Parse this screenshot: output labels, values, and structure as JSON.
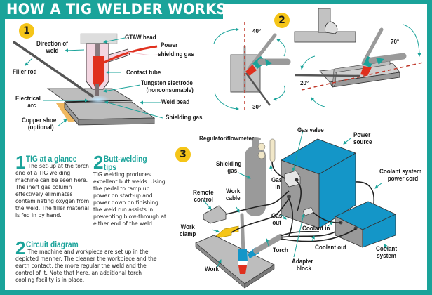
{
  "title": "HOW A TIG WELDER WORKS",
  "colors": {
    "teal": "#1aa39a",
    "badge_yellow": "#f5c518",
    "torch_red": "#e0301e",
    "machine_blue": "#1496c8",
    "metal_gray": "#b5b5b5",
    "copper": "#f0b860",
    "clamp_yellow": "#f5c518"
  },
  "panel1": {
    "badge": "1",
    "labels": {
      "direction": "Direction of\nweld",
      "gtaw_head": "GTAW head",
      "power": "Power",
      "shielding_gas_supply": "shielding gas",
      "filler_rod": "Filler rod",
      "contact_tube": "Contact tube",
      "tungsten_1": "Tungsten electrode",
      "tungsten_2": "(nonconsumable)",
      "electrical_arc_1": "Electrical",
      "electrical_arc_2": "arc",
      "weld_bead": "Weld bead",
      "copper_shoe_1": "Copper shoe",
      "copper_shoe_2": "(optional)",
      "shielding_gas": "Shielding gas"
    }
  },
  "panel2": {
    "badge": "2",
    "angles": {
      "a40": "40°",
      "a30": "30°",
      "a70": "70°",
      "a20": "20°"
    }
  },
  "panel3": {
    "badge": "3",
    "labels": {
      "regulator": "Regulator/flowmeter",
      "gas_valve": "Gas valve",
      "power_source_1": "Power",
      "power_source_2": "source",
      "shielding_gas_1": "Shielding",
      "shielding_gas_2": "gas",
      "gas_in_1": "Gas",
      "gas_in_2": "in",
      "coolant_cord_1": "Coolant system",
      "coolant_cord_2": "power cord",
      "remote_1": "Remote",
      "remote_2": "control",
      "work_cable_1": "Work",
      "work_cable_2": "cable",
      "gas_out_1": "Gas",
      "gas_out_2": "out",
      "work_clamp_1": "Work",
      "work_clamp_2": "clamp",
      "coolant_in": "Coolant in",
      "coolant_out": "Coolant out",
      "torch": "Torch",
      "adapter_1": "Adapter",
      "adapter_2": "block",
      "work": "Work",
      "coolant_system_1": "Coolant",
      "coolant_system_2": "system"
    }
  },
  "text_blocks": [
    {
      "num": "1",
      "heading": "TIG at a glance",
      "body": "The set-up at the torch end of a TIG welding machine can be seen here. The inert gas column effectively eliminates contaminating oxygen from the weld. The filler material is fed in by hand."
    },
    {
      "num": "2",
      "heading": "Butt-welding tips",
      "body": "TIG welding produces excellent butt welds. Using the pedal to ramp up power on start-up and power down on finishing the weld run assists in preventing blow-through at either end of the weld."
    },
    {
      "num": "2",
      "heading": "Circuit diagram",
      "body": "The machine and workpiece are set up in the depicted manner. The cleaner the workpiece and the earth contact, the more regular the weld and the control of it. Note that here, an additional torch cooling facility is in place."
    }
  ]
}
